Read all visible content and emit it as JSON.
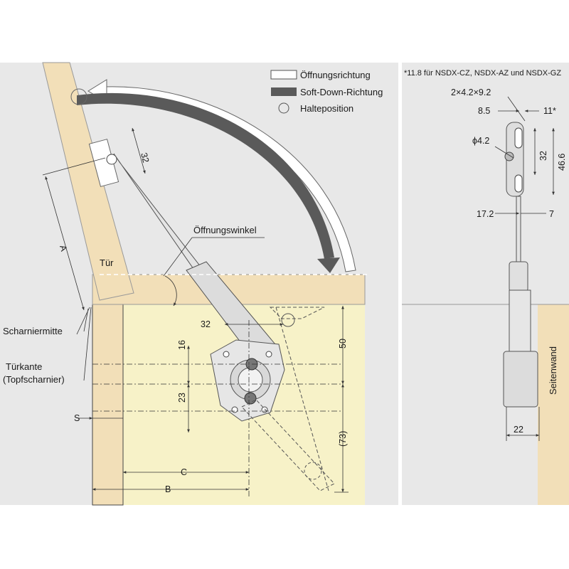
{
  "legend": {
    "opening_direction": "Öffnungsrichtung",
    "soft_down_direction": "Soft-Down-Richtung",
    "hold_position": "Halteposition"
  },
  "labels": {
    "door": "Tür",
    "opening_angle": "Öffnungswinkel",
    "hinge_center": "Scharniermitte",
    "door_edge": "Türkante",
    "door_edge_sub": "(Topfscharnier)",
    "side_wall": "Seitenwand"
  },
  "note": "*11.8 für NSDX-CZ, NSDX-AZ und NSDX-GZ",
  "dims": {
    "d32_top": "32",
    "dA": "A",
    "d32_mid": "32",
    "d16": "16",
    "d23": "23",
    "d50": "50",
    "d73": "(73)",
    "dS": "S",
    "dC": "C",
    "dB": "B",
    "slot": "2×4.2×9.2",
    "d8_5": "8.5",
    "d11": "11*",
    "dphi": "ϕ4.2",
    "d32_r": "32",
    "d46_6": "46.6",
    "d17_2": "17.2",
    "d7": "7",
    "d22": "22"
  },
  "colors": {
    "panel_bg": "#e8e8e8",
    "cabinet_inside": "#f7f2c8",
    "wood": "#f2dfb8",
    "soft_down_arrow": "#5a5a5a"
  }
}
